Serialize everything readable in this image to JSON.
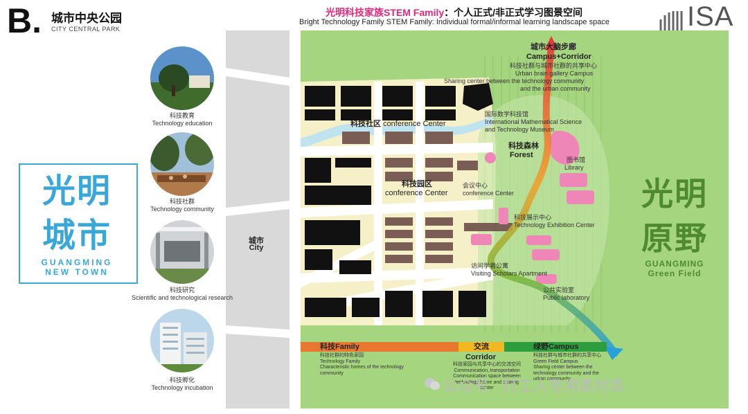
{
  "header": {
    "section_letter": "B.",
    "title_zh": "城市中央公园",
    "title_en": "CITY CENTRAL PARK",
    "headline_pink": "光明科技家族STEM Family",
    "headline_dark": "：个人正式/非正式学习图景空间",
    "headline_en": "Bright Technology Family STEM Family: Individual formal/informal learning landscape space",
    "logo": "ISA"
  },
  "categories": [
    {
      "zh": "科技教育",
      "en": "Technology education"
    },
    {
      "zh": "科技社群",
      "en": "Technology community"
    },
    {
      "zh": "科技研究",
      "en": "Scientific and technological research"
    },
    {
      "zh": "科技孵化",
      "en": "Technology incubation"
    }
  ],
  "left_box": {
    "zh_line1": "光明",
    "zh_line2": "城市",
    "en_line1": "GUANGMING",
    "en_line2": "NEW TOWN"
  },
  "city_label": {
    "zh": "城市",
    "en": "City"
  },
  "map_labels": {
    "corridor_zh": "城市大脑步廊",
    "corridor_en": "Campus+Corridor",
    "corridor_desc_zh": "科技社群与城市社群的共享中心",
    "corridor_desc_en": "Urban brain gallery Campus",
    "sharing_en1": "Sharing center between the technology community",
    "sharing_en2": "and the urban community",
    "museum_zh": "国际数学科技馆",
    "museum_en1": "International Mathematical Science",
    "museum_en2": "and Technology Museum",
    "community_zh": "科技社区",
    "community_en": "conference Center",
    "forest_zh": "科技森林",
    "forest_en": "Forest",
    "library_zh": "图书馆",
    "library_en": "Library",
    "park_zh": "科技园区",
    "park_en": "conference Center",
    "conf_zh": "会议中心",
    "conf_en": "conference Center",
    "exhibit_zh": "科技展示中心",
    "exhibit_en": "Technology Exhibition Center",
    "scholars_zh": "访问学者公寓",
    "scholars_en": "Visiting Scholars Apartment",
    "lab_zh": "公共实验室",
    "lab_en": "Public laboratory"
  },
  "right_label": {
    "zh_line1": "光明",
    "zh_line2": "原野",
    "en_line1": "GUANGMING",
    "en_line2": "Green Field"
  },
  "bars": [
    {
      "title": "科技Family",
      "color": "#e8782e",
      "note_zh": "科技社群的特色家园",
      "note_en1": "Technology Family",
      "note_en2": "Characteristic homes of the technology",
      "note_en3": "community"
    },
    {
      "title_zh": "交流",
      "title_en": "Corridor",
      "color": "#f2b822",
      "note_zh": "科技家园与共享中心的交流空间",
      "note_en1": "Communication, transportation",
      "note_en2": "Communication space between",
      "note_en3": "technology home and sharing center"
    },
    {
      "title": "绿野Campus",
      "color": "#2e9d3e",
      "note_zh": "科技社群与城市社群的共享中心",
      "note_en1": "Green Field Campus",
      "note_en2": "Sharing center between the",
      "note_en3": "technology community and the",
      "note_en4": "urban community"
    }
  ],
  "watermark": "公众号 · 打工人专用素材库",
  "colors": {
    "accent_blue": "#3aa7d8",
    "pink": "#e2287a",
    "green": "#4f8a30",
    "map_green": "#a6d57f"
  }
}
